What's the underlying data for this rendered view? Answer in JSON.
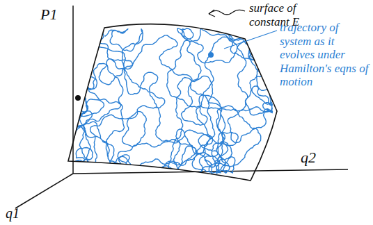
{
  "diagram": {
    "labels": [
      "P1",
      "q2",
      "q1",
      "surface of constant E",
      "trajectory of system as it evolves under Hamilton's eqns of motion"
    ]
  }
}
